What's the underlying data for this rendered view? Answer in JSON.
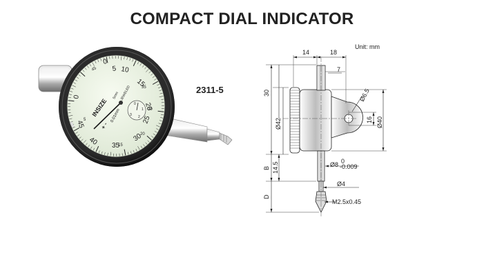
{
  "title": "COMPACT DIAL INDICATOR",
  "model": "2311-5",
  "unit_note": "Unit: mm",
  "dial": {
    "brand": "INSIZE",
    "range": "5mm",
    "jeweled": "JEWELED",
    "resolution": "0.01mm",
    "numbers": [
      "0",
      "5",
      "10",
      "15",
      "20",
      "25",
      "30",
      "35",
      "40",
      "45"
    ],
    "minor_numbers": [
      "45",
      "40",
      "35",
      "30",
      "25",
      "20",
      "15",
      "10",
      "5"
    ],
    "counter_numbers": [
      "0",
      "1",
      "2",
      "3",
      "4"
    ],
    "plus_minus": "+ -"
  },
  "dimensions": {
    "d14": "14",
    "d18": "18",
    "d7": "7",
    "d30": "30",
    "d42": "Ø42",
    "d6_5": "Ø6.5",
    "d16": "16",
    "d40": "Ø40",
    "dB": "B",
    "d14_5": "14.5",
    "d8": "Ø8",
    "d8_tol_upper": "0",
    "d8_tol_lower": "-0.009",
    "d4": "Ø4",
    "dD": "D",
    "thread": "M2.5x0.45"
  }
}
